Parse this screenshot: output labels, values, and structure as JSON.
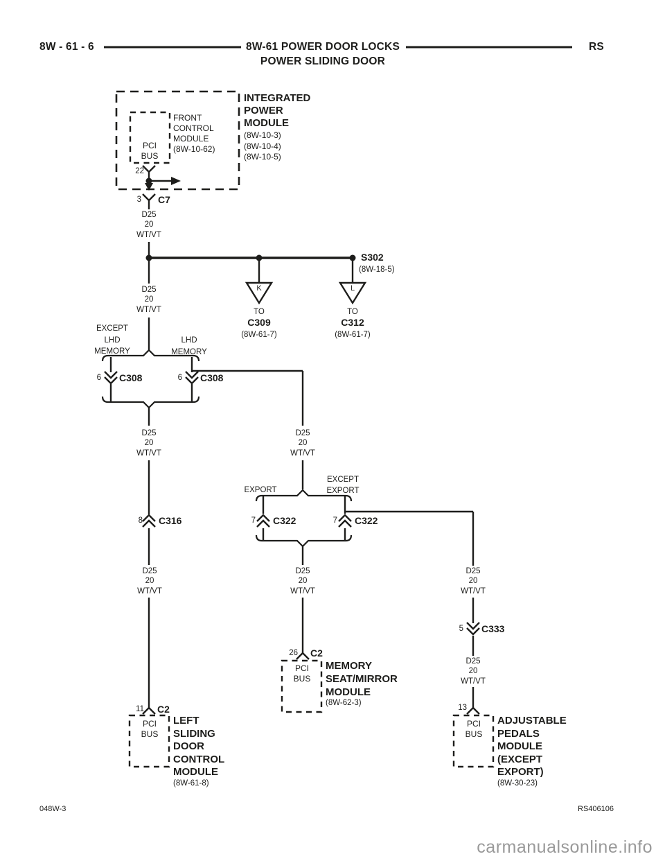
{
  "colors": {
    "ink": "#1d1d1b",
    "watermark": "#9a9a9a"
  },
  "header": {
    "left_ref": "8W - 61 - 6",
    "title": "8W-61 POWER DOOR LOCKS",
    "subtitle": "POWER SLIDING DOOR",
    "right_code": "RS"
  },
  "ipm": {
    "name": [
      "INTEGRATED",
      "POWER",
      "MODULE"
    ],
    "refs": [
      "(8W-10-3)",
      "(8W-10-4)",
      "(8W-10-5)"
    ],
    "fcm_name": [
      "FRONT",
      "CONTROL",
      "MODULE",
      "(8W-10-62)"
    ],
    "bus": [
      "PCI",
      "BUS"
    ],
    "pin": "22"
  },
  "c7": {
    "pin": "3",
    "name": "C7"
  },
  "wire_label": {
    "circuit": "D25",
    "gauge": "20",
    "color": "WT/VT"
  },
  "splice": {
    "name": "S302",
    "ref": "(8W-18-5)"
  },
  "branch_k": {
    "letter": "K",
    "to": "TO",
    "conn": "C309",
    "ref": "(8W-61-7)"
  },
  "branch_l": {
    "letter": "L",
    "to": "TO",
    "conn": "C312",
    "ref": "(8W-61-7)"
  },
  "split1": {
    "left_label": [
      "EXCEPT",
      "LHD",
      "MEMORY"
    ],
    "right_label": [
      "LHD",
      "MEMORY"
    ]
  },
  "c308_left": {
    "pin": "6",
    "name": "C308"
  },
  "c308_right": {
    "pin": "6",
    "name": "C308"
  },
  "c316": {
    "pin": "8",
    "name": "C316"
  },
  "split2": {
    "left_label": "EXPORT",
    "right_label": [
      "EXCEPT",
      "EXPORT"
    ]
  },
  "c322_left": {
    "pin": "7",
    "name": "C322"
  },
  "c322_right": {
    "pin": "7",
    "name": "C322"
  },
  "c333": {
    "pin": "5",
    "name": "C333"
  },
  "memory_module": {
    "pin": "26",
    "conn": "C2",
    "bus": [
      "PCI",
      "BUS"
    ],
    "name": [
      "MEMORY",
      "SEAT/MIRROR",
      "MODULE"
    ],
    "ref": "(8W-62-3)"
  },
  "sliding_module": {
    "pin": "11",
    "conn": "C2",
    "bus": [
      "PCI",
      "BUS"
    ],
    "name": [
      "LEFT",
      "SLIDING",
      "DOOR",
      "CONTROL",
      "MODULE"
    ],
    "ref": "(8W-61-8)"
  },
  "pedals_module": {
    "pin": "13",
    "bus": [
      "PCI",
      "BUS"
    ],
    "name": [
      "ADJUSTABLE",
      "PEDALS",
      "MODULE",
      "(EXCEPT",
      "EXPORT)"
    ],
    "ref": "(8W-30-23)"
  },
  "footer": {
    "left": "048W-3",
    "right": "RS406106",
    "watermark": "carmanualsonline.info"
  }
}
